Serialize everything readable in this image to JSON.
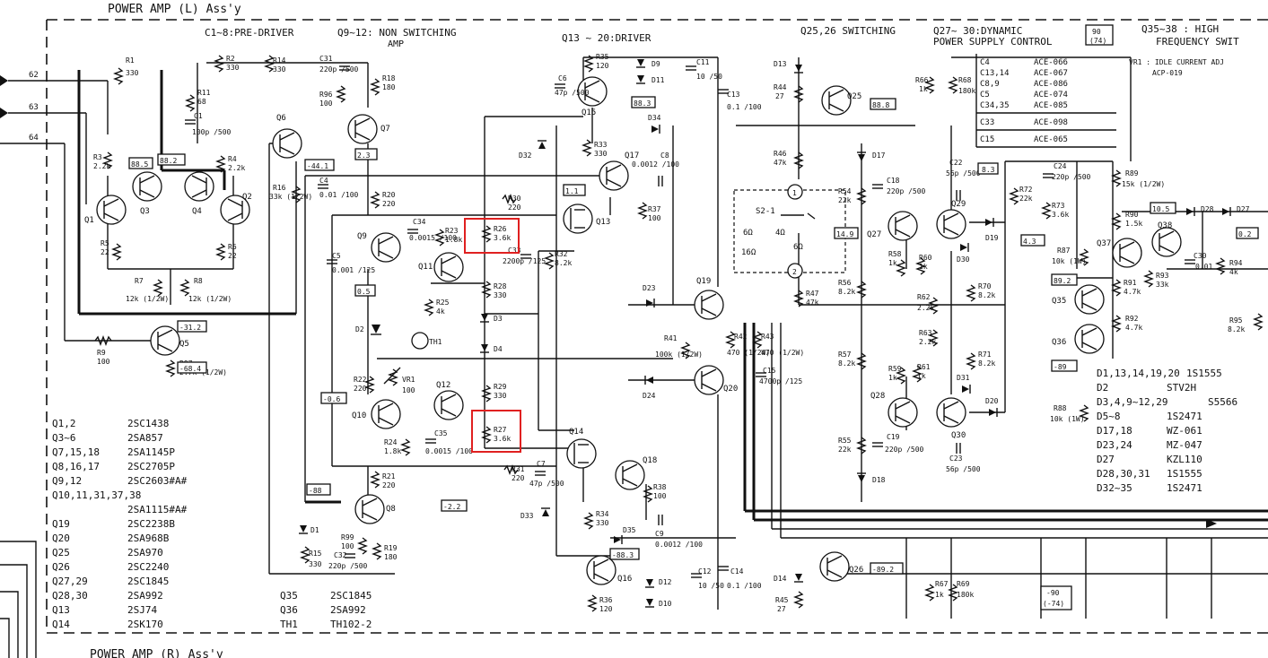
{
  "titles": {
    "top": "POWER AMP (L) Ass'y",
    "bottom": "POWER AMP (R) Ass'y"
  },
  "sections": [
    {
      "text": "C1~8:PRE-DRIVER",
      "anchor": "start"
    },
    {
      "text": "Q9~12: NON SWITCHING",
      "anchor": "start"
    },
    {
      "text": "AMP",
      "anchor": "start"
    },
    {
      "text": "Q13 ~ 20:DRIVER",
      "anchor": "start"
    },
    {
      "text": "Q25,26 SWITCHING",
      "anchor": "start"
    },
    {
      "text": "Q27~ 30:DYNAMIC",
      "anchor": "start"
    },
    {
      "text": "POWER SUPPLY CONTROL",
      "anchor": "start"
    },
    {
      "text": "Q35~38 : HIGH",
      "anchor": "start"
    },
    {
      "text": "FREQUENCY SWIT",
      "anchor": "start"
    }
  ],
  "section_box": {
    "top": "90",
    "bottom": "(74)"
  },
  "connectors": [
    "62",
    "63",
    "64"
  ],
  "transistors": [
    "Q1",
    "Q2",
    "Q3",
    "Q4",
    "Q5",
    "Q6",
    "Q7",
    "Q8",
    "Q9",
    "Q10",
    "Q11",
    "Q12",
    "Q13",
    "Q14",
    "Q15",
    "Q16",
    "Q17",
    "Q18",
    "Q19",
    "Q20",
    "Q25",
    "Q26",
    "Q27",
    "Q28",
    "Q29",
    "Q30",
    "Q35",
    "Q36",
    "Q37",
    "Q38"
  ],
  "resistors": [
    {
      "ref": "R1",
      "value": "330"
    },
    {
      "ref": "R2",
      "value": "330"
    },
    {
      "ref": "R3",
      "value": "2.2k"
    },
    {
      "ref": "R4",
      "value": "2.2k"
    },
    {
      "ref": "R5",
      "value": "22"
    },
    {
      "ref": "R6",
      "value": "22"
    },
    {
      "ref": "R7",
      "value": "12k (1/2W)"
    },
    {
      "ref": "R8",
      "value": "12k (1/2W)"
    },
    {
      "ref": "R9",
      "value": "100"
    },
    {
      "ref": "R11",
      "value": "68"
    },
    {
      "ref": "R14",
      "value": "330"
    },
    {
      "ref": "R15",
      "value": "330"
    },
    {
      "ref": "R16",
      "value": "33k (1/2W)"
    },
    {
      "ref": "R18",
      "value": "180"
    },
    {
      "ref": "R19",
      "value": "180"
    },
    {
      "ref": "R20",
      "value": "220"
    },
    {
      "ref": "R21",
      "value": "220"
    },
    {
      "ref": "R22",
      "value": "220"
    },
    {
      "ref": "R23",
      "value": "1.8k"
    },
    {
      "ref": "R24",
      "value": "1.8k"
    },
    {
      "ref": "R25",
      "value": "4k"
    },
    {
      "ref": "R26",
      "value": "3.6k"
    },
    {
      "ref": "R27",
      "value": "3.6k"
    },
    {
      "ref": "R28",
      "value": "330"
    },
    {
      "ref": "R29",
      "value": "330"
    },
    {
      "ref": "R30",
      "value": "220"
    },
    {
      "ref": "R31",
      "value": "220"
    },
    {
      "ref": "R32",
      "value": "8.2k"
    },
    {
      "ref": "R33",
      "value": "330"
    },
    {
      "ref": "R34",
      "value": "330"
    },
    {
      "ref": "R35",
      "value": "120"
    },
    {
      "ref": "R36",
      "value": "120"
    },
    {
      "ref": "R37",
      "value": "100"
    },
    {
      "ref": "R38",
      "value": "100"
    },
    {
      "ref": "R41",
      "value": "100k (1/2W)"
    },
    {
      "ref": "R42",
      "value": "470 (1/2W)"
    },
    {
      "ref": "R43",
      "value": "470 (1/2W)"
    },
    {
      "ref": "R44",
      "value": "27"
    },
    {
      "ref": "R45",
      "value": "27"
    },
    {
      "ref": "R46",
      "value": "47k"
    },
    {
      "ref": "R47",
      "value": "47k"
    },
    {
      "ref": "R54",
      "value": "22k"
    },
    {
      "ref": "R55",
      "value": "22k"
    },
    {
      "ref": "R56",
      "value": "8.2k"
    },
    {
      "ref": "R57",
      "value": "8.2k"
    },
    {
      "ref": "R58",
      "value": "1k"
    },
    {
      "ref": "R59",
      "value": "1k"
    },
    {
      "ref": "R60",
      "value": "1k"
    },
    {
      "ref": "R61",
      "value": "1k"
    },
    {
      "ref": "R62",
      "value": "2.2k"
    },
    {
      "ref": "R63",
      "value": "2.2k"
    },
    {
      "ref": "R66",
      "value": "1k"
    },
    {
      "ref": "R67",
      "value": "1k"
    },
    {
      "ref": "R68",
      "value": "180k"
    },
    {
      "ref": "R69",
      "value": "180k"
    },
    {
      "ref": "R70",
      "value": "8.2k"
    },
    {
      "ref": "R71",
      "value": "8.2k"
    },
    {
      "ref": "R72",
      "value": "22k"
    },
    {
      "ref": "R73",
      "value": "3.6k"
    },
    {
      "ref": "R87",
      "value": "10k (1W)"
    },
    {
      "ref": "R88",
      "value": "10k (1W)"
    },
    {
      "ref": "R89",
      "value": "15k (1/2W)"
    },
    {
      "ref": "R90",
      "value": "1.5k"
    },
    {
      "ref": "R91",
      "value": "4.7k"
    },
    {
      "ref": "R92",
      "value": "4.7k"
    },
    {
      "ref": "R93",
      "value": "33k"
    },
    {
      "ref": "R94",
      "value": "4k"
    },
    {
      "ref": "R95",
      "value": "8.2k"
    },
    {
      "ref": "R96",
      "value": "100"
    },
    {
      "ref": "R97",
      "value": "2.7k (1/2W)"
    },
    {
      "ref": "R99",
      "value": "100"
    }
  ],
  "capacitors": [
    {
      "ref": "C1",
      "value": "100p /500"
    },
    {
      "ref": "C4",
      "value": "0.01 /100"
    },
    {
      "ref": "C5",
      "value": "0.001 /125"
    },
    {
      "ref": "C6",
      "value": "47p /500"
    },
    {
      "ref": "C7",
      "value": "47p /500"
    },
    {
      "ref": "C8",
      "value": "0.0012 /100"
    },
    {
      "ref": "C9",
      "value": "0.0012 /100"
    },
    {
      "ref": "C11",
      "value": "10 /50"
    },
    {
      "ref": "C12",
      "value": "10 /50"
    },
    {
      "ref": "C13",
      "value": "0.1 /100"
    },
    {
      "ref": "C14",
      "value": "0.1 /100"
    },
    {
      "ref": "C15",
      "value": "4700p /125"
    },
    {
      "ref": "C18",
      "value": "220p /500"
    },
    {
      "ref": "C19",
      "value": "220p /500"
    },
    {
      "ref": "C22",
      "value": "56p /500"
    },
    {
      "ref": "C23",
      "value": "56p /500"
    },
    {
      "ref": "C24",
      "value": "220p /500"
    },
    {
      "ref": "C30",
      "value": "0.01"
    },
    {
      "ref": "C31",
      "value": "220p /500"
    },
    {
      "ref": "C32",
      "value": "220p /500"
    },
    {
      "ref": "C33",
      "value": "2200p /125"
    },
    {
      "ref": "C34",
      "value": "0.0015 /100"
    },
    {
      "ref": "C35",
      "value": "0.0015 /100"
    }
  ],
  "diodes": [
    "D1",
    "D2",
    "D3",
    "D4",
    "D9",
    "D10",
    "D11",
    "D12",
    "D13",
    "D14",
    "D17",
    "D18",
    "D19",
    "D20",
    "D23",
    "D24",
    "D27",
    "D28",
    "D30",
    "D31",
    "D32",
    "D33",
    "D34",
    "D35"
  ],
  "voltages": [
    "88.5",
    "88.2",
    "-44.1",
    "2.3",
    "1.1",
    "88.3",
    "88.8",
    "8.3",
    "10.5",
    "0.2",
    "14.9",
    "4.3",
    "89.2",
    "-89",
    "-31.2",
    "-68.4",
    "0.5",
    "-0.6",
    "-88",
    "-2.2",
    "-88.3",
    "-89.2",
    "-90",
    "(-74)"
  ],
  "misc_labels": [
    "TH1",
    "VR1",
    "S2-1",
    "6Ω",
    "4Ω",
    "16Ω",
    "6Ω",
    "ACP-019"
  ],
  "switch": {
    "ref": "S2-1",
    "labels": [
      "6Ω",
      "4Ω",
      "16Ω",
      "6Ω"
    ]
  },
  "legend_right": [
    {
      "ref": "C4",
      "part": "ACE-066"
    },
    {
      "ref": "C13,14",
      "part": "ACE-067"
    },
    {
      "ref": "C8,9",
      "part": "ACE-086"
    },
    {
      "ref": "C5",
      "part": "ACE-074"
    },
    {
      "ref": "C34,35",
      "part": "ACE-085"
    },
    {
      "ref": "C33",
      "part": "ACE-098"
    },
    {
      "ref": "C15",
      "part": "ACE-065"
    }
  ],
  "vr_note": {
    "line1": "VR1 : IDLE CURRENT ADJ",
    "line2": "ACP-019"
  },
  "parts_table_left": [
    {
      "ref": "Q1,2",
      "part": "2SC1438"
    },
    {
      "ref": "Q3~6",
      "part": "2SA857"
    },
    {
      "ref": "Q7,15,18",
      "part": "2SA1145P"
    },
    {
      "ref": "Q8,16,17",
      "part": "2SC2705P"
    },
    {
      "ref": "Q9,12",
      "part": "2SC2603#A#"
    },
    {
      "ref": "Q10,11,31,37,38",
      "part": ""
    },
    {
      "ref": "",
      "part": "2SA1115#A#"
    },
    {
      "ref": "Q19",
      "part": "2SC2238B"
    },
    {
      "ref": "Q20",
      "part": "2SA968B"
    },
    {
      "ref": "Q25",
      "part": "2SA970"
    },
    {
      "ref": "Q26",
      "part": "2SC2240"
    },
    {
      "ref": "Q27,29",
      "part": "2SC1845"
    },
    {
      "ref": "Q28,30",
      "part": "2SA992"
    },
    {
      "ref": "Q13",
      "part": "2SJ74"
    },
    {
      "ref": "Q14",
      "part": "2SK170"
    }
  ],
  "parts_table_mid": [
    {
      "ref": "Q35",
      "part": "2SC1845"
    },
    {
      "ref": "Q36",
      "part": "2SA992"
    },
    {
      "ref": "TH1",
      "part": "TH102-2"
    }
  ],
  "parts_table_right": [
    {
      "ref": "D1,13,14,19,20",
      "part": "1S1555"
    },
    {
      "ref": "D2",
      "part": "STV2H"
    },
    {
      "ref": "D3,4,9~12,29",
      "part": "S5566"
    },
    {
      "ref": "D5~8",
      "part": "1S2471"
    },
    {
      "ref": "D17,18",
      "part": "WZ-061"
    },
    {
      "ref": "D23,24",
      "part": "MZ-047"
    },
    {
      "ref": "D27",
      "part": "KZL110"
    },
    {
      "ref": "D28,30,31",
      "part": "1S1555"
    },
    {
      "ref": "D32~35",
      "part": "1S2471"
    }
  ],
  "highlight_color": "#e02020"
}
